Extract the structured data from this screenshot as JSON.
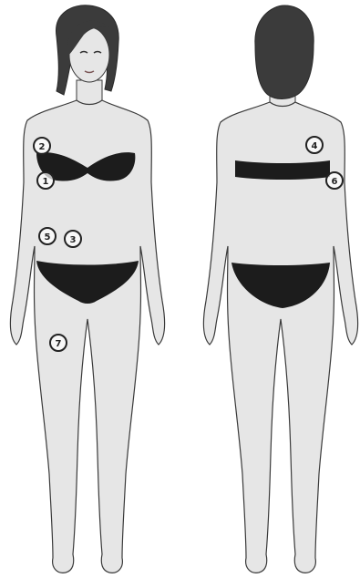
{
  "colors": {
    "skin": "#e6e6e6",
    "outline": "#3a3a3a",
    "clothing": "#1c1c1c",
    "hair": "#3b3b3b",
    "marker_ring": "#222222"
  },
  "figures": [
    {
      "name": "front-view",
      "view": "front"
    },
    {
      "name": "back-view",
      "view": "back"
    }
  ],
  "markers": [
    {
      "id": "marker-1",
      "label": "1"
    },
    {
      "id": "marker-2",
      "label": "2"
    },
    {
      "id": "marker-3",
      "label": "3"
    },
    {
      "id": "marker-4",
      "label": "4"
    },
    {
      "id": "marker-5",
      "label": "5"
    },
    {
      "id": "marker-6",
      "label": "6"
    },
    {
      "id": "marker-7",
      "label": "7"
    }
  ]
}
